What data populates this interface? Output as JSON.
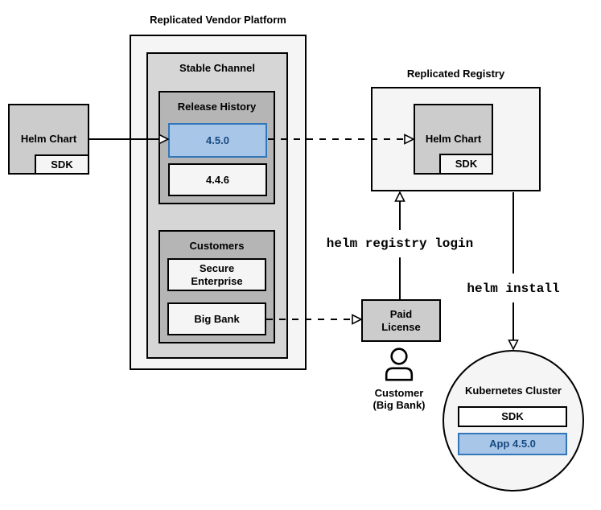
{
  "diagram": {
    "platform": {
      "title": "Replicated Vendor Platform",
      "stable_channel": {
        "title": "Stable Channel",
        "release_history": {
          "title": "Release History",
          "versions": [
            {
              "label": "4.5.0",
              "highlighted": true
            },
            {
              "label": "4.4.6",
              "highlighted": false
            }
          ]
        },
        "customers": {
          "title": "Customers",
          "items": [
            {
              "label": "Secure Enterprise"
            },
            {
              "label": "Big Bank"
            }
          ]
        }
      }
    },
    "vendor_helm_chart": {
      "label": "Helm Chart",
      "sdk_label": "SDK"
    },
    "registry": {
      "title": "Replicated Registry",
      "helm_chart": {
        "label": "Helm Chart",
        "sdk_label": "SDK"
      }
    },
    "paid_license": {
      "label": "Paid License"
    },
    "customer": {
      "label": "Customer (Big Bank)",
      "icon": "person-icon"
    },
    "commands": {
      "registry_login": "helm registry login",
      "install": "helm install"
    },
    "kubernetes_cluster": {
      "title": "Kubernetes Cluster",
      "sdk_label": "SDK",
      "app_label": "App 4.5.0"
    },
    "colors": {
      "highlight_fill": "#a8c6e8",
      "highlight_border": "#3376ba",
      "highlight_text": "#17497f",
      "light_fill": "#f5f5f5",
      "medium_fill": "#cccccc",
      "channel_fill": "#d6d6d6",
      "inner_fill": "#b5b5b5",
      "line_color": "#000000"
    }
  }
}
